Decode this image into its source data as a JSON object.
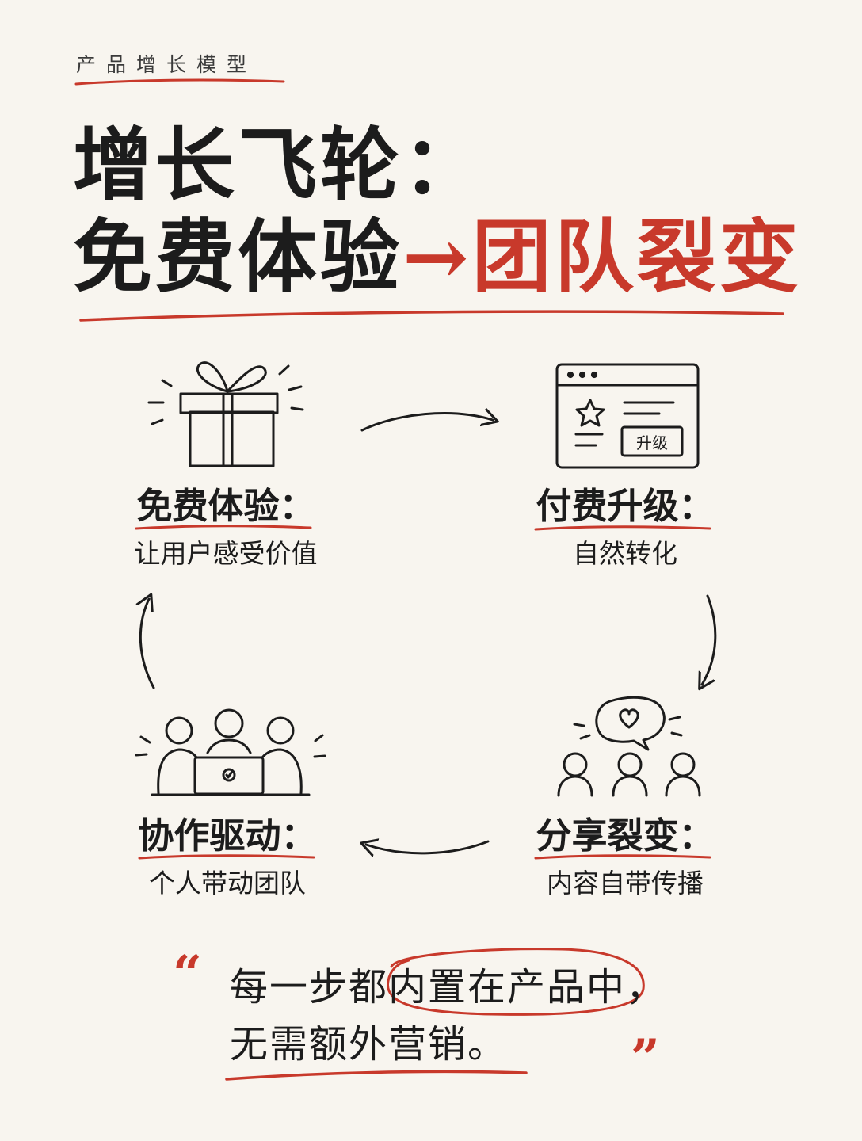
{
  "header": {
    "kicker": "产品增长模型",
    "title_line1": "增长飞轮：",
    "title_line2_prefix": "免费体验",
    "title_line2_arrow": "→",
    "title_line2_accent": "团队裂变"
  },
  "cycle": [
    {
      "id": "free",
      "title": "免费体验：",
      "subtitle": "让用户感受价值",
      "icon": "gift-icon"
    },
    {
      "id": "paid",
      "title": "付费升级：",
      "subtitle": "自然转化",
      "icon": "browser-upgrade-icon",
      "icon_badge": "升级"
    },
    {
      "id": "share",
      "title": "分享裂变：",
      "subtitle": "内容自带传播",
      "icon": "people-heart-chat-icon"
    },
    {
      "id": "collab",
      "title": "协作驱动：",
      "subtitle": "个人带动团队",
      "icon": "team-laptop-icon"
    }
  ],
  "quote": {
    "open_mark": "“",
    "close_mark": "”",
    "line1_prefix": "每一步都",
    "line1_circled": "内置在产品中",
    "line1_suffix": "，",
    "line2": "无需额外营销。"
  },
  "colors": {
    "background": "#f8f5ef",
    "ink": "#1c1c1c",
    "accent_red": "#c8392b"
  }
}
